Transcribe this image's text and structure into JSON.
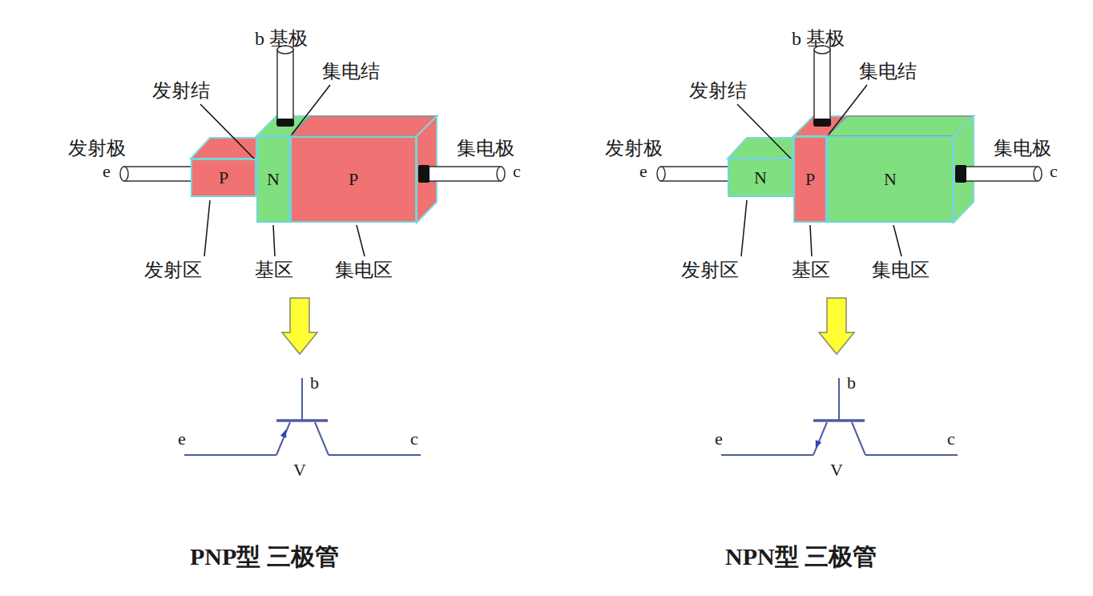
{
  "diagram": {
    "nodes": [
      {
        "text": [
          "P"
        ]
      },
      {
        "text": [
          "N"
        ]
      },
      {
        "text": [
          "P"
        ]
      },
      {
        "text": [
          "N"
        ]
      },
      {
        "text": [
          "P"
        ]
      },
      {
        "text": [
          "N"
        ]
      }
    ],
    "labels": [
      "b 基极",
      "集电结",
      "发射结",
      "发射极",
      "e",
      "集电极",
      "c",
      "发射区",
      "基区",
      "集电区",
      "b",
      "e",
      "c",
      "V",
      "PNP型 三极管",
      "b 基极",
      "集电结",
      "发射结",
      "发射极",
      "e",
      "集电极",
      "c",
      "发射区",
      "基区",
      "集电区",
      "b",
      "e",
      "c",
      "V",
      "NPN型 三极管"
    ]
  }
}
